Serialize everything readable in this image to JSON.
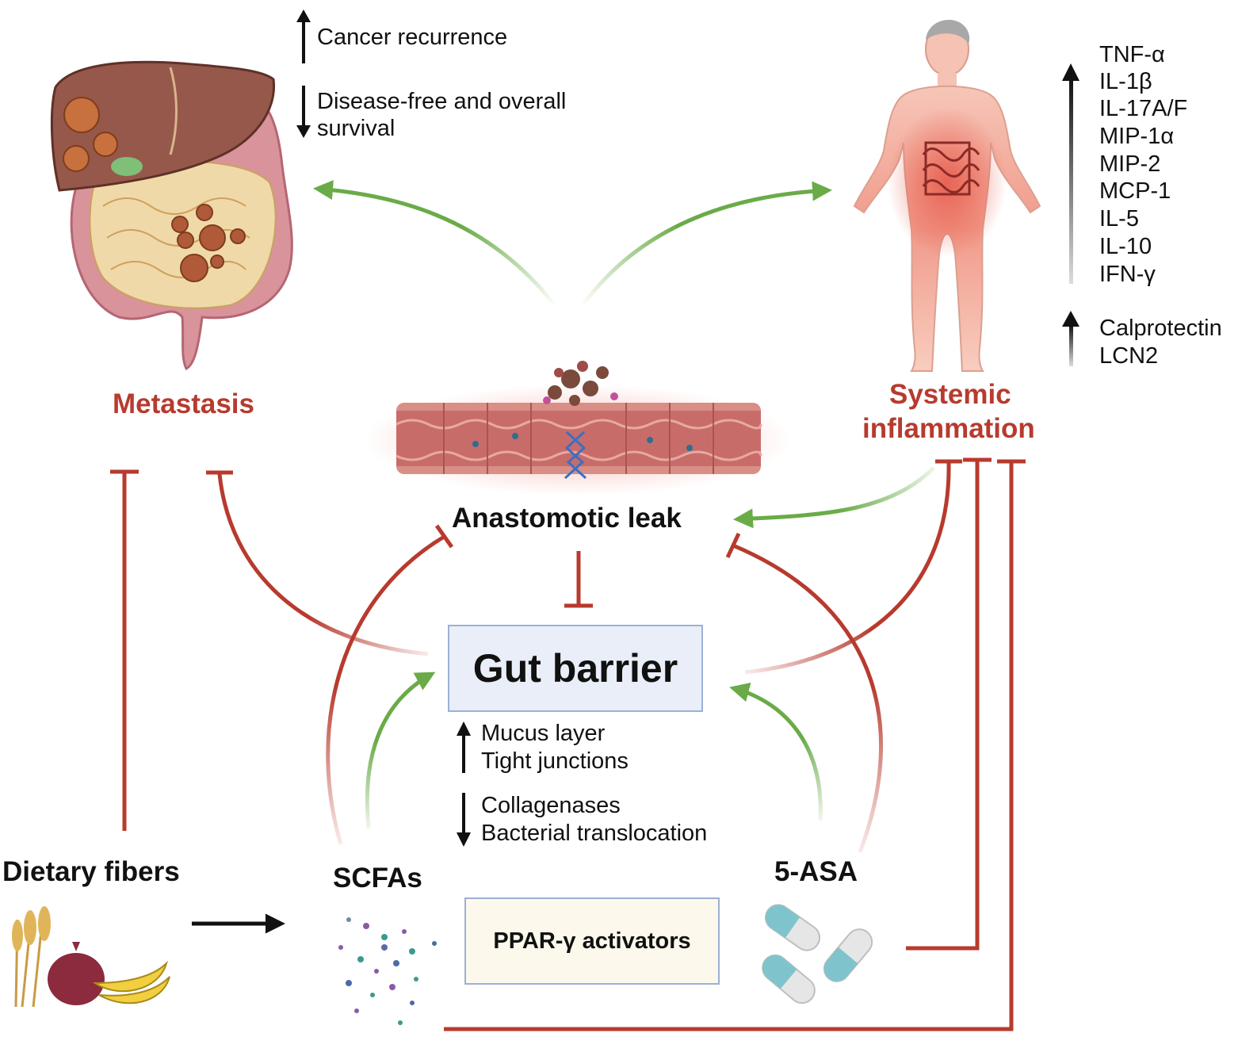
{
  "metastasis": {
    "title": "Metastasis",
    "effects": [
      "Cancer recurrence",
      "Disease-free and overall",
      "survival"
    ]
  },
  "inflammation": {
    "title_line1": "Systemic",
    "title_line2": "inflammation",
    "cytokines": [
      "TNF-α",
      "IL-1β",
      "IL-17A/F",
      "MIP-1α",
      "MIP-2",
      "MCP-1",
      "IL-5",
      "IL-10",
      "IFN-γ"
    ],
    "markers": [
      "Calprotectin",
      "LCN2"
    ]
  },
  "leak": {
    "title": "Anastomotic leak"
  },
  "gut_barrier": {
    "title": "Gut barrier",
    "increased": [
      "Mucus layer",
      "Tight junctions"
    ],
    "decreased": [
      "Collagenases",
      "Bacterial translocation"
    ]
  },
  "fibers": {
    "title": "Dietary fibers"
  },
  "scfas": {
    "title": "SCFAs"
  },
  "asa": {
    "title": "5-ASA"
  },
  "ppar": {
    "title": "PPAR-γ activators"
  },
  "colors": {
    "promote": "#6aab48",
    "inhibit": "#b83a2e",
    "label_red": "#b83a2e",
    "box_fill": "#e9eef8",
    "box_border": "#9cb0d6",
    "ppar_fill": "#fcf8ec"
  },
  "icons": [
    "liver-intestine-metastasis-icon",
    "human-body-inflamed-icon",
    "intestine-leak-icon",
    "grain-onion-banana-icon",
    "molecule-dots-icon",
    "pill-capsules-icon"
  ]
}
